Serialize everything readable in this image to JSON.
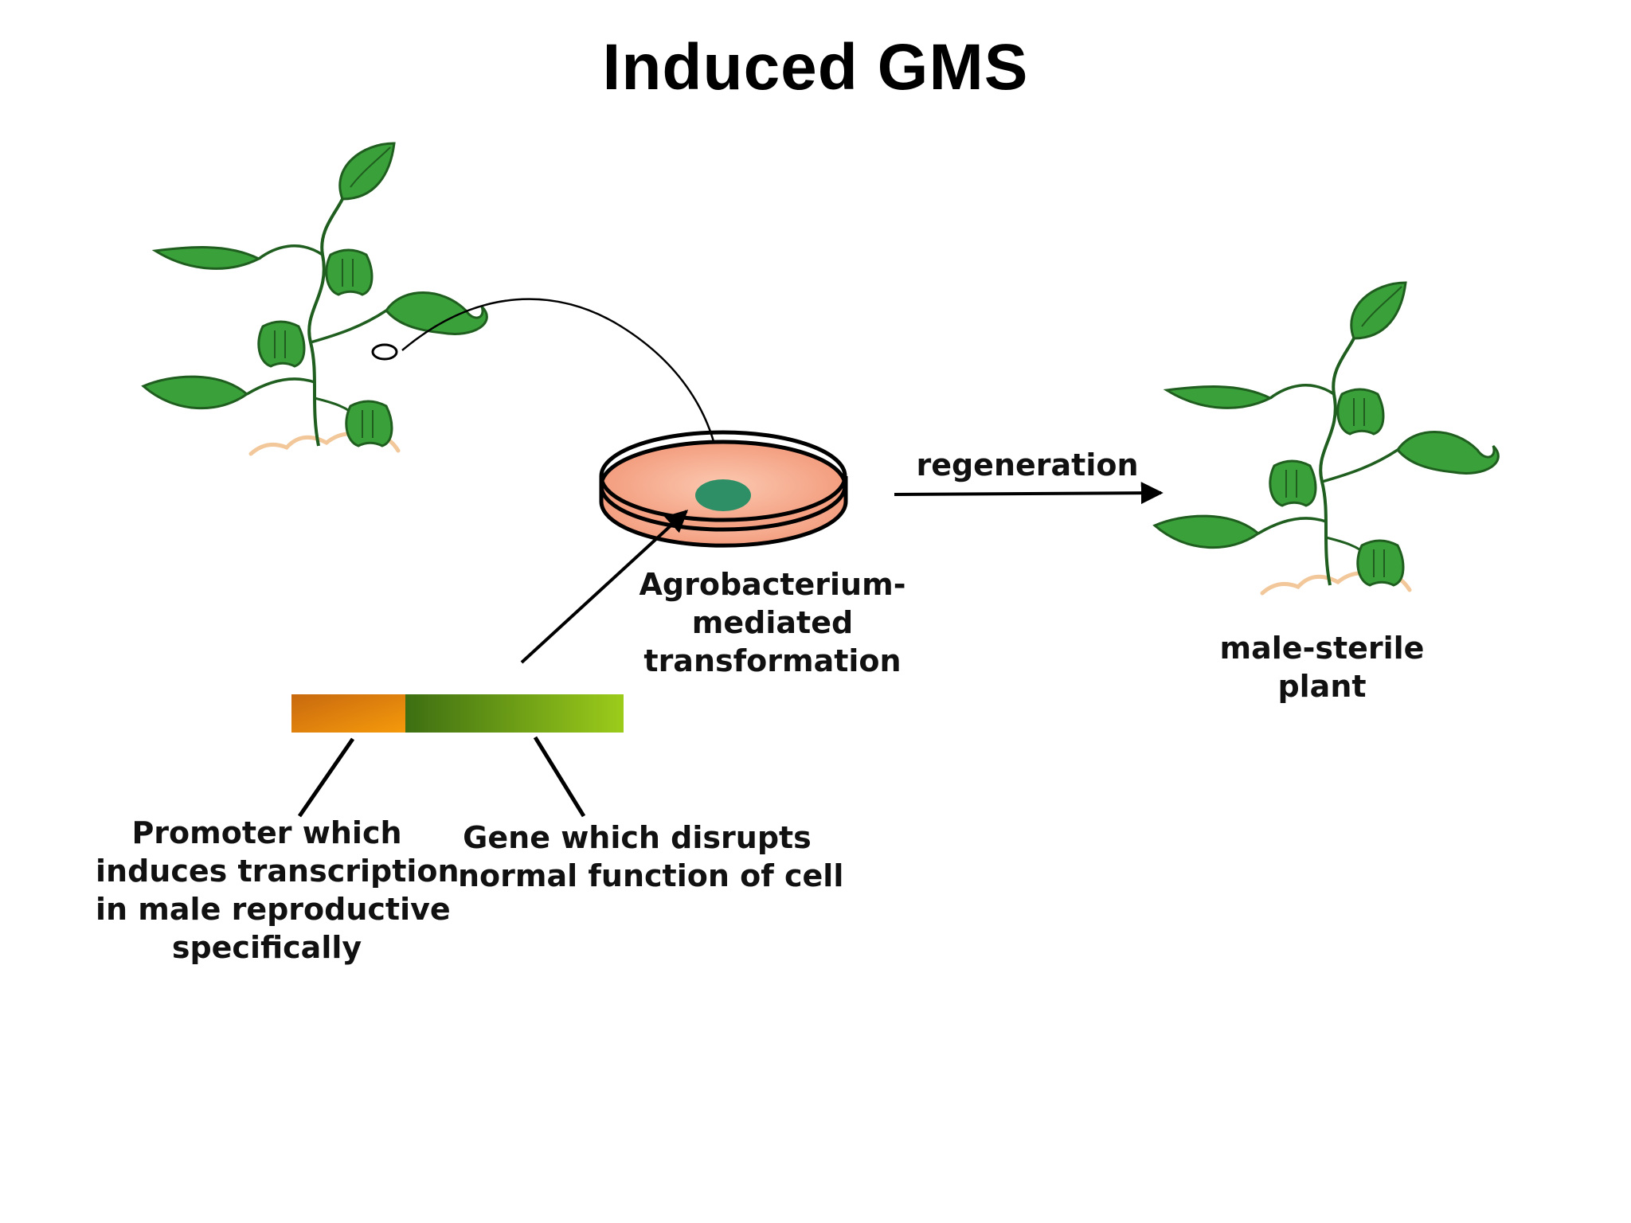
{
  "title": "Induced GMS",
  "labels": {
    "transformation": [
      "Agrobacterium-",
      "mediated",
      "transformation"
    ],
    "regeneration": "regeneration",
    "result": [
      "male-sterile",
      "plant"
    ],
    "promoter": [
      "Promoter which",
      "induces transcription",
      "in male reproductive",
      "specifically"
    ],
    "gene": [
      "Gene which disrupts",
      "normal function of cell"
    ]
  },
  "colors": {
    "leaf": "#3aa13a",
    "leaf_outline": "#1f5e1f",
    "soil": "#f2c79a",
    "dish_fill": "#f6a585",
    "dish_colony": "#2e8f66",
    "promoter_segment": "#e88a10",
    "gene_segment": "#6aa520"
  },
  "icons": [
    "pepper-plant-source-icon",
    "petri-dish-icon",
    "pepper-plant-regenerated-icon"
  ]
}
